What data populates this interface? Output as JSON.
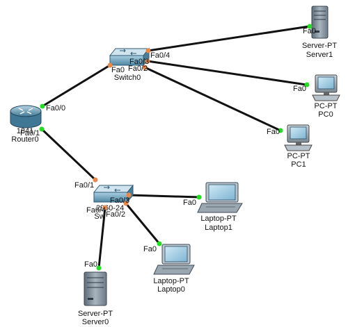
{
  "canvas": {
    "background": "#ffffff"
  },
  "colors": {
    "link": "#111111",
    "port_up": "#22dd22",
    "port_down": "#e8884a",
    "device_blue": "#6ea3bf",
    "device_dark": "#3c6a84",
    "server_gray": "#7c8a96"
  },
  "devices": {
    "server1": {
      "type": "Server-PT",
      "name": "Server1",
      "icon": "server-icon"
    },
    "switch0": {
      "model": "",
      "name": "Switch0",
      "icon": "switch-icon"
    },
    "pc0": {
      "type": "PC-PT",
      "name": "PC0",
      "icon": "pc-icon"
    },
    "pc1": {
      "type": "PC-PT",
      "name": "PC1",
      "icon": "pc-icon"
    },
    "router0": {
      "model": "1841",
      "name": "Router0",
      "icon": "router-icon"
    },
    "switch1": {
      "model": "2960-24",
      "name": "Sw",
      "icon": "switch-icon"
    },
    "laptop1": {
      "type": "Laptop-PT",
      "name": "Laptop1",
      "icon": "laptop-icon"
    },
    "laptop0": {
      "type": "Laptop-PT",
      "name": "Laptop0",
      "icon": "laptop-icon"
    },
    "server0": {
      "type": "Server-PT",
      "name": "Server0",
      "icon": "server-icon"
    }
  },
  "ports": {
    "server1_fa0": "Fa0",
    "switch0_fa0_4": "Fa0/4",
    "switch0_fa0_3": "Fa0/3",
    "switch0_fa0_2": "Fa0/2",
    "switch0_fa0": "Fa0",
    "pc0_fa0": "Fa0",
    "pc1_fa0": "Fa0",
    "router0_fa0_0": "Fa0/0",
    "router0_fa0_1": "Fa0/1",
    "switch1_fa0_1": "Fa0/1",
    "switch1_fa0_3": "Fa0/3",
    "switch1_fa0_4": "Fa0/4",
    "switch1_fa0_2": "Fa0/2",
    "laptop1_fa0": "Fa0",
    "laptop0_fa0": "Fa0",
    "server0_fa0": "Fa0"
  }
}
